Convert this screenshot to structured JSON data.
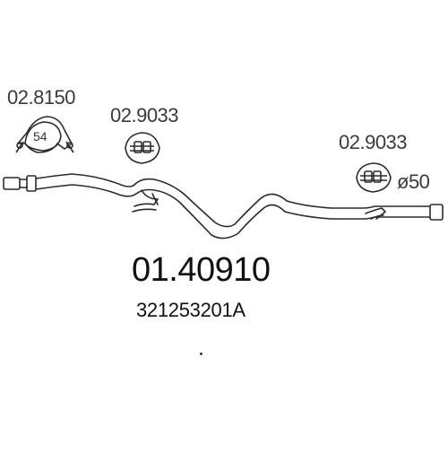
{
  "parts": {
    "clamp": {
      "number": "02.8150",
      "size": "54"
    },
    "hanger_left": {
      "number": "02.9033"
    },
    "hanger_right": {
      "number": "02.9033"
    }
  },
  "pipe": {
    "diameter": "ø50"
  },
  "main_part": {
    "number": "01.40910",
    "oem": "321253201A"
  },
  "colors": {
    "line": "#2b2b2b",
    "text": "#3a3a3a"
  }
}
